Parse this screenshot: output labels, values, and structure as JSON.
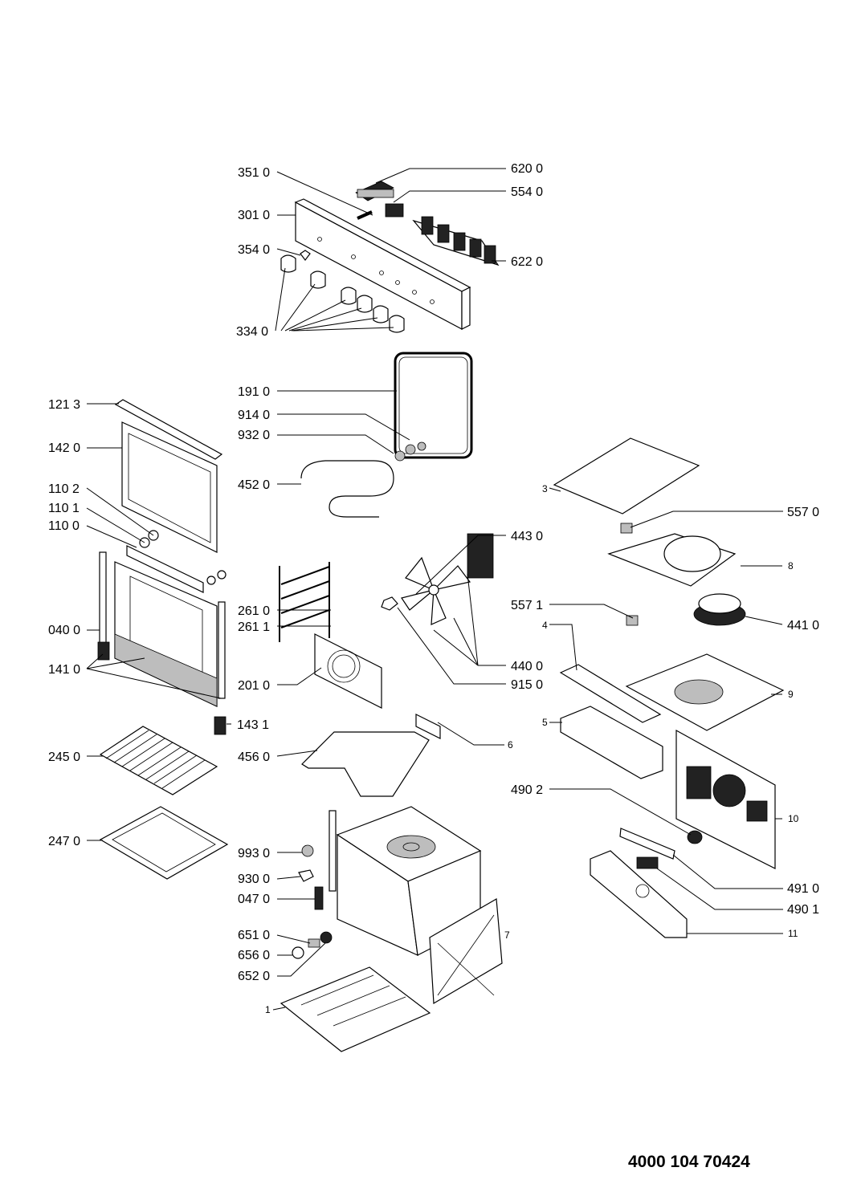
{
  "document_number": "4000 104 70424",
  "labels": [
    "351 0",
    "620 0",
    "554 0",
    "301 0",
    "354 0",
    "622 0",
    "334 0",
    "191 0",
    "914 0",
    "932 0",
    "452 0",
    "121 3",
    "142 0",
    "110 2",
    "110 1",
    "110 0",
    "040 0",
    "141 0",
    "143 1",
    "245 0",
    "247 0",
    "3",
    "557 0",
    "443 0",
    "8",
    "557 1",
    "4",
    "441 0",
    "261 0",
    "261 1",
    "201 0",
    "440 0",
    "915 0",
    "9",
    "5",
    "456 0",
    "6",
    "490 2",
    "10",
    "993 0",
    "930 0",
    "047 0",
    "491 0",
    "490 1",
    "11",
    "651 0",
    "656 0",
    "652 0",
    "7",
    "1"
  ]
}
